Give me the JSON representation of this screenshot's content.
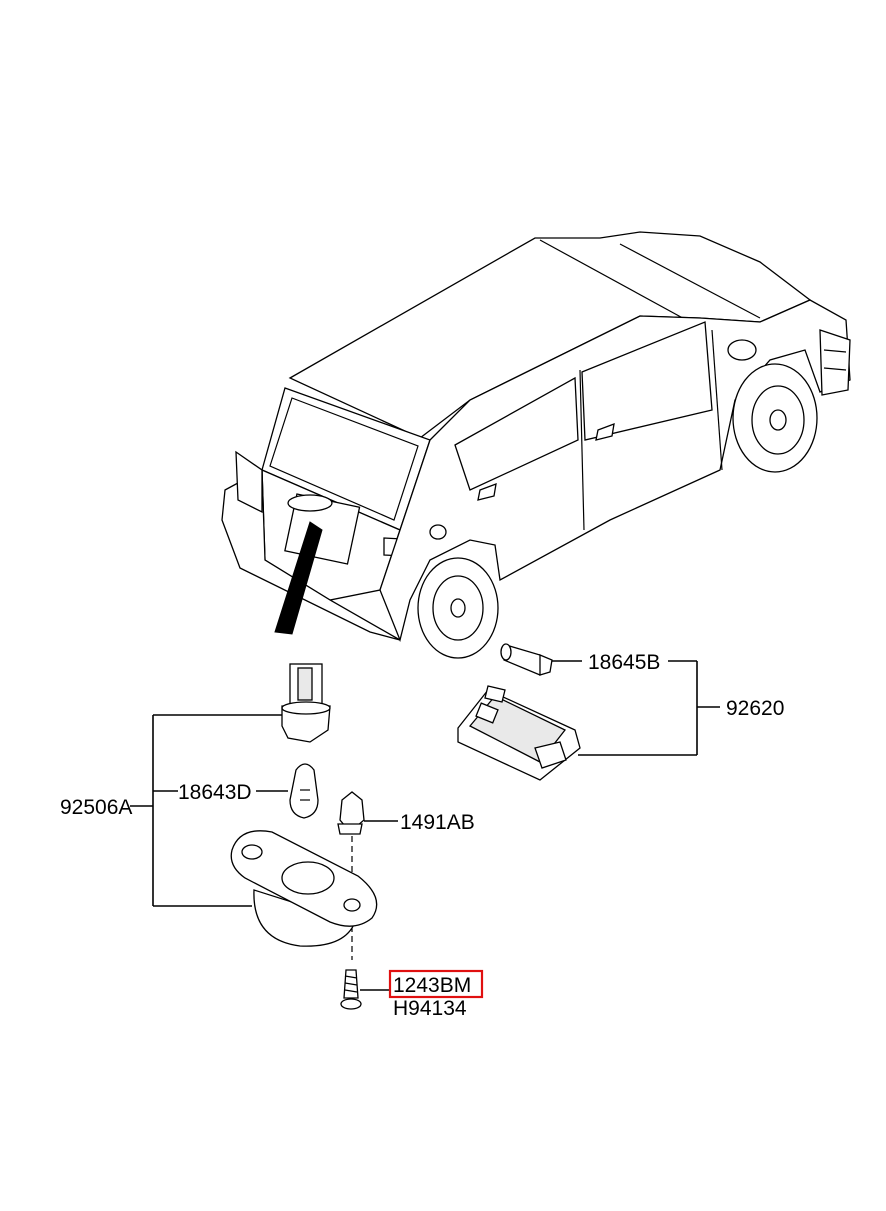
{
  "parts": {
    "bulb_festoon": "18645B",
    "lamp_assembly_interior": "92620",
    "lamp_assembly_license": "92506A",
    "bulb_wedge": "18643D",
    "clip": "1491AB",
    "screw": "1243BM",
    "screw_alt": "H94134"
  },
  "highlighted_part": "1243BM",
  "colors": {
    "highlight": "#e01010",
    "line": "#000000"
  }
}
